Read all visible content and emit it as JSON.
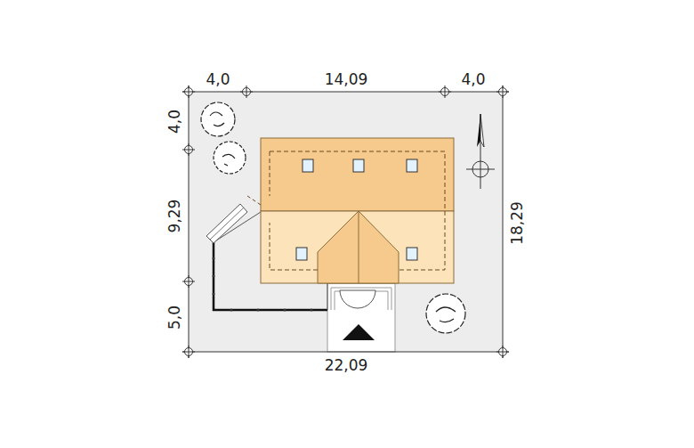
{
  "diagram": {
    "labels": [
      "4,0",
      "14,09",
      "4,0",
      "4,0",
      "9,29",
      "5,0",
      "18,29",
      "22,09"
    ]
  }
}
